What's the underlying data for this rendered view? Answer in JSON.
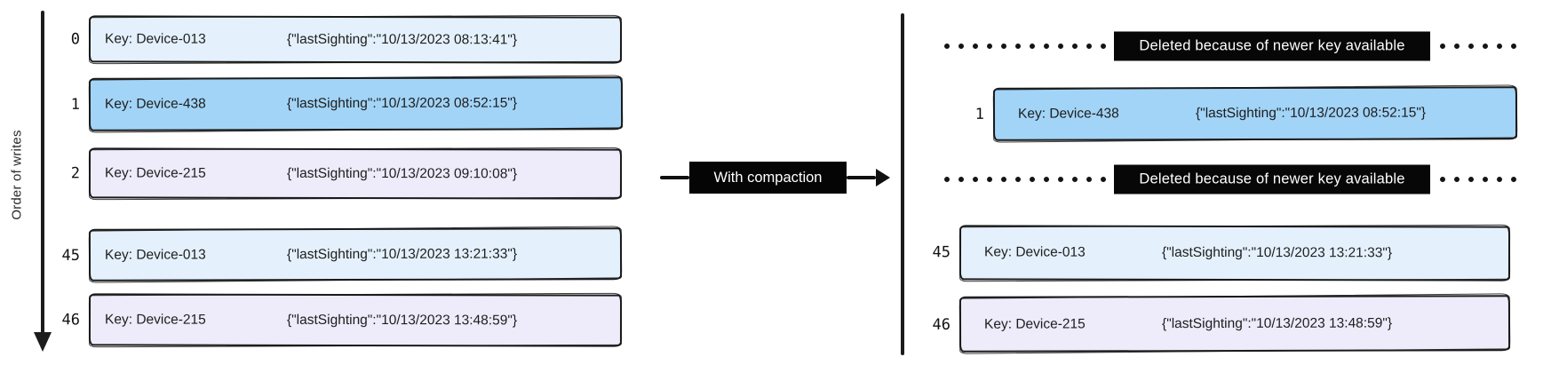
{
  "diagram": {
    "axis_label": "Order of writes",
    "compaction_arrow_label": "With compaction",
    "colors": {
      "record_light_blue": "#e4f1fc",
      "record_medium_blue": "#a2d4f7",
      "record_lavender": "#eeebfa",
      "banner_background": "#070707",
      "banner_text": "#ffffff",
      "ink": "#1b1b1b"
    },
    "before": {
      "rows": [
        {
          "index": "0",
          "key": "Key: Device-013",
          "value": "{\"lastSighting\":\"10/13/2023 08:13:41\"}",
          "fill": "record_light_blue"
        },
        {
          "index": "1",
          "key": "Key: Device-438",
          "value": "{\"lastSighting\":\"10/13/2023 08:52:15\"}",
          "fill": "record_medium_blue"
        },
        {
          "index": "2",
          "key": "Key: Device-215",
          "value": "{\"lastSighting\":\"10/13/2023 09:10:08\"}",
          "fill": "record_lavender"
        },
        {
          "index": "45",
          "key": "Key: Device-013",
          "value": "{\"lastSighting\":\"10/13/2023 13:21:33\"}",
          "fill": "record_light_blue"
        },
        {
          "index": "46",
          "key": "Key: Device-215",
          "value": "{\"lastSighting\":\"10/13/2023 13:48:59\"}",
          "fill": "record_lavender"
        }
      ]
    },
    "after": {
      "items": [
        {
          "type": "deleted",
          "label": "Deleted because of newer key available"
        },
        {
          "type": "record",
          "index": "1",
          "key": "Key: Device-438",
          "value": "{\"lastSighting\":\"10/13/2023 08:52:15\"}",
          "fill": "record_medium_blue"
        },
        {
          "type": "deleted",
          "label": "Deleted because of newer key available"
        },
        {
          "type": "record",
          "index": "45",
          "key": "Key: Device-013",
          "value": "{\"lastSighting\":\"10/13/2023 13:21:33\"}",
          "fill": "record_light_blue"
        },
        {
          "type": "record",
          "index": "46",
          "key": "Key: Device-215",
          "value": "{\"lastSighting\":\"10/13/2023 13:48:59\"}",
          "fill": "record_lavender"
        }
      ]
    }
  }
}
